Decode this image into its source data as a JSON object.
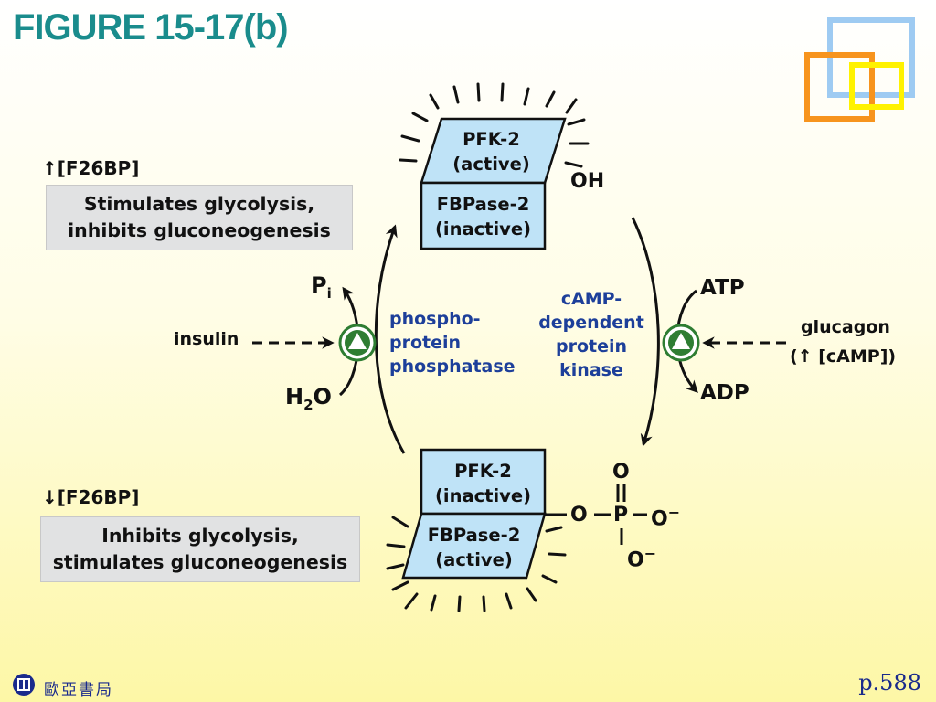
{
  "title": "FIGURE 15-17(b)",
  "top_state": {
    "indicator": "↑[F26BP]",
    "effect_line1": "Stimulates glycolysis,",
    "effect_line2": "inhibits gluconeogenesis",
    "pfk2_line1": "PFK-2",
    "pfk2_line2": "(active)",
    "fbpase2_line1": "FBPase-2",
    "fbpase2_line2": "(inactive)",
    "group": "OH"
  },
  "bottom_state": {
    "indicator": "↓[F26BP]",
    "effect_line1": "Inhibits glycolysis,",
    "effect_line2": "stimulates gluconeogenesis",
    "pfk2_line1": "PFK-2",
    "pfk2_line2": "(inactive)",
    "fbpase2_line1": "FBPase-2",
    "fbpase2_line2": "(active)",
    "phosphate": {
      "o_top": "O",
      "o_left": "O",
      "p": "P",
      "o_right": "O",
      "o_bottom": "O",
      "minus": "−"
    }
  },
  "left_reaction": {
    "pi": "P",
    "pi_sub": "i",
    "h2o_h": "H",
    "h2o_sub": "2",
    "h2o_o": "O",
    "enzyme_line1": "phospho-",
    "enzyme_line2": "protein",
    "enzyme_line3": "phosphatase",
    "regulator": "insulin"
  },
  "right_reaction": {
    "atp": "ATP",
    "adp": "ADP",
    "enzyme_line1": "cAMP-",
    "enzyme_line2": "dependent",
    "enzyme_line3": "protein",
    "enzyme_line4": "kinase",
    "regulator_line1": "glucagon",
    "regulator_line2": "(↑ [cAMP])"
  },
  "footer": {
    "publisher": "歐亞書局",
    "page": "p.588"
  },
  "colors": {
    "title": "#1a8c8c",
    "enzyme_box": "#bfe3f7",
    "enzyme_label": "#1d3f9a",
    "activator_circle": "#2e7d32",
    "deco_blue": "#9ecbf2",
    "deco_orange": "#f7941d",
    "deco_yellow": "#fff200"
  }
}
